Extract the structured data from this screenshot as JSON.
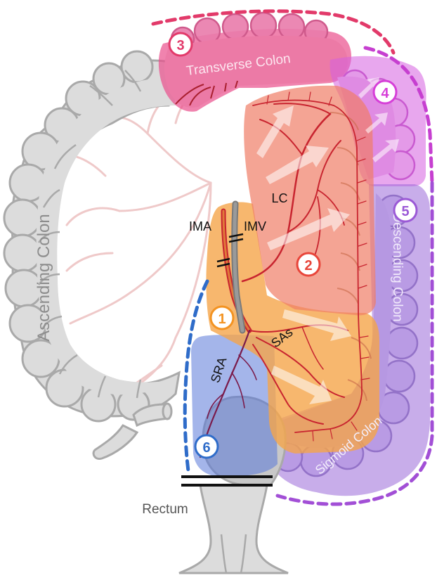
{
  "colors": {
    "colon_gray": "#dcdcdc",
    "colon_stroke": "#a9a9a9",
    "artery": "#c8242f",
    "region1": "#f5a54a",
    "region2": "#f07d67",
    "region3": "#ea4f8c",
    "region4": "#d65ee0",
    "region5": "#9b6ad8",
    "region6": "#5a78d8",
    "dash_red": "#e23a6a",
    "dash_purple": "#a24fd6",
    "dash_blue": "#2f6cc9"
  },
  "labels": {
    "transverse": "Transverse Colon",
    "ascending": "Ascending Colon",
    "descending": "Descending Colon",
    "sigmoid": "Sigmoid Colon",
    "rectum": "Rectum",
    "ima": "IMA",
    "imv": "IMV",
    "lc": "LC",
    "sas": "SAs",
    "sra": "SRA"
  },
  "regions": [
    {
      "number": "1",
      "color": "#f39322"
    },
    {
      "number": "2",
      "color": "#e8453a"
    },
    {
      "number": "3",
      "color": "#e23a6a"
    },
    {
      "number": "4",
      "color": "#d63fd8"
    },
    {
      "number": "5",
      "color": "#9b59d6"
    },
    {
      "number": "6",
      "color": "#2f6cc9"
    }
  ]
}
